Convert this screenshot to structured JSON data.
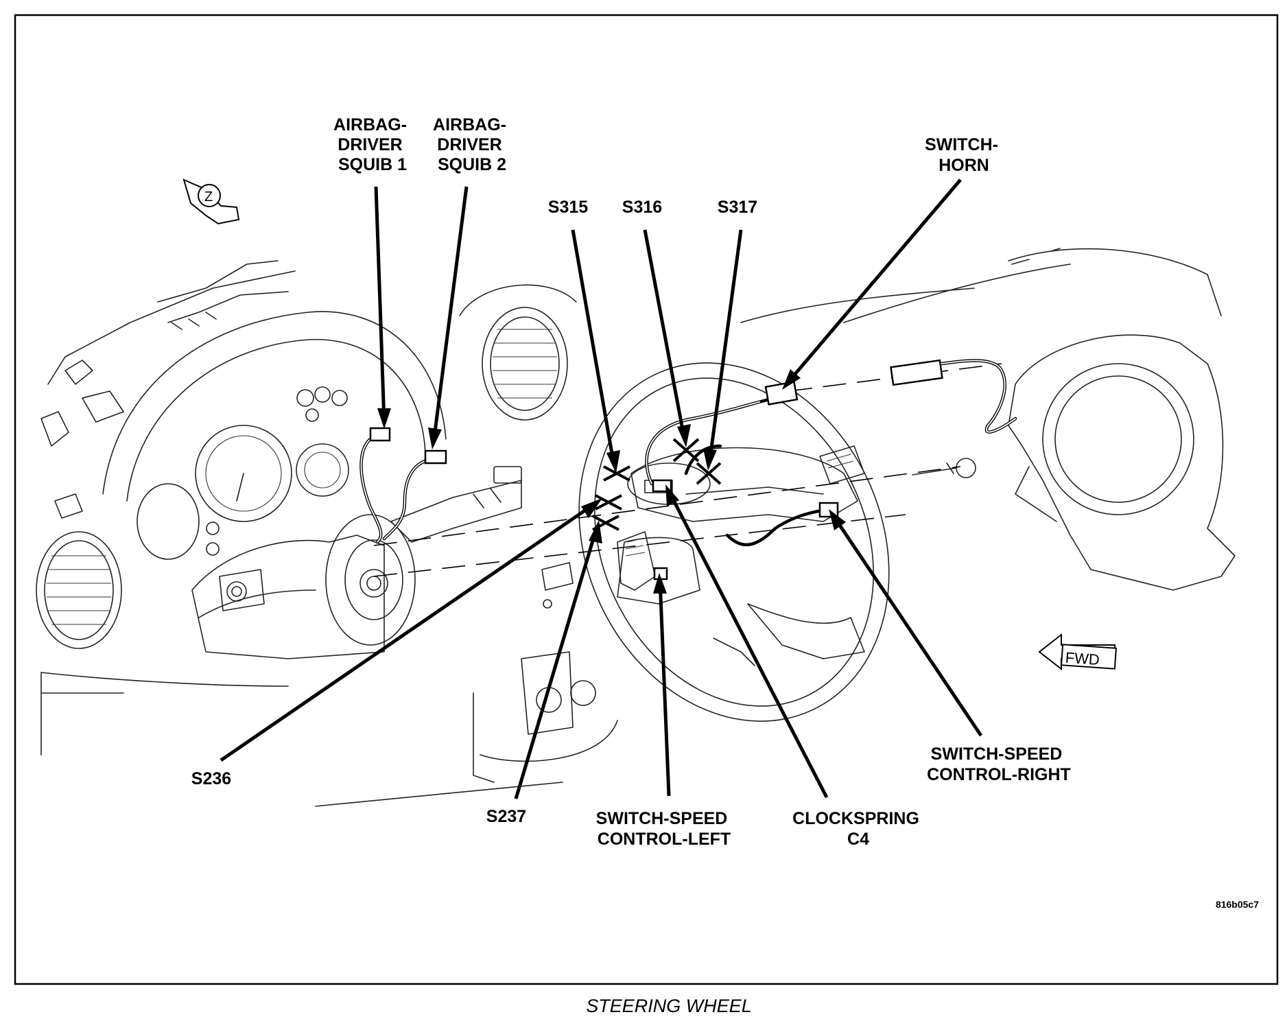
{
  "labels": {
    "airbag_squib1": [
      "AIRBAG-",
      "DRIVER",
      "SQUIB 1"
    ],
    "airbag_squib2": [
      "AIRBAG-",
      "DRIVER",
      "SQUIB 2"
    ],
    "s315": "S315",
    "s316": "S316",
    "s317": "S317",
    "switch_horn": [
      "SWITCH-",
      "HORN"
    ],
    "s236": "S236",
    "s237": "S237",
    "switch_speed_left": [
      "SWITCH-SPEED",
      "CONTROL-LEFT"
    ],
    "clockspring": [
      "CLOCKSPRING",
      "C4"
    ],
    "switch_speed_right": [
      "SWITCH-SPEED",
      "CONTROL-RIGHT"
    ]
  },
  "icons": {
    "view_marker": "Z",
    "forward_marker": "FWD"
  },
  "figure_code": "816b05c7",
  "caption": "STEERING WHEEL"
}
